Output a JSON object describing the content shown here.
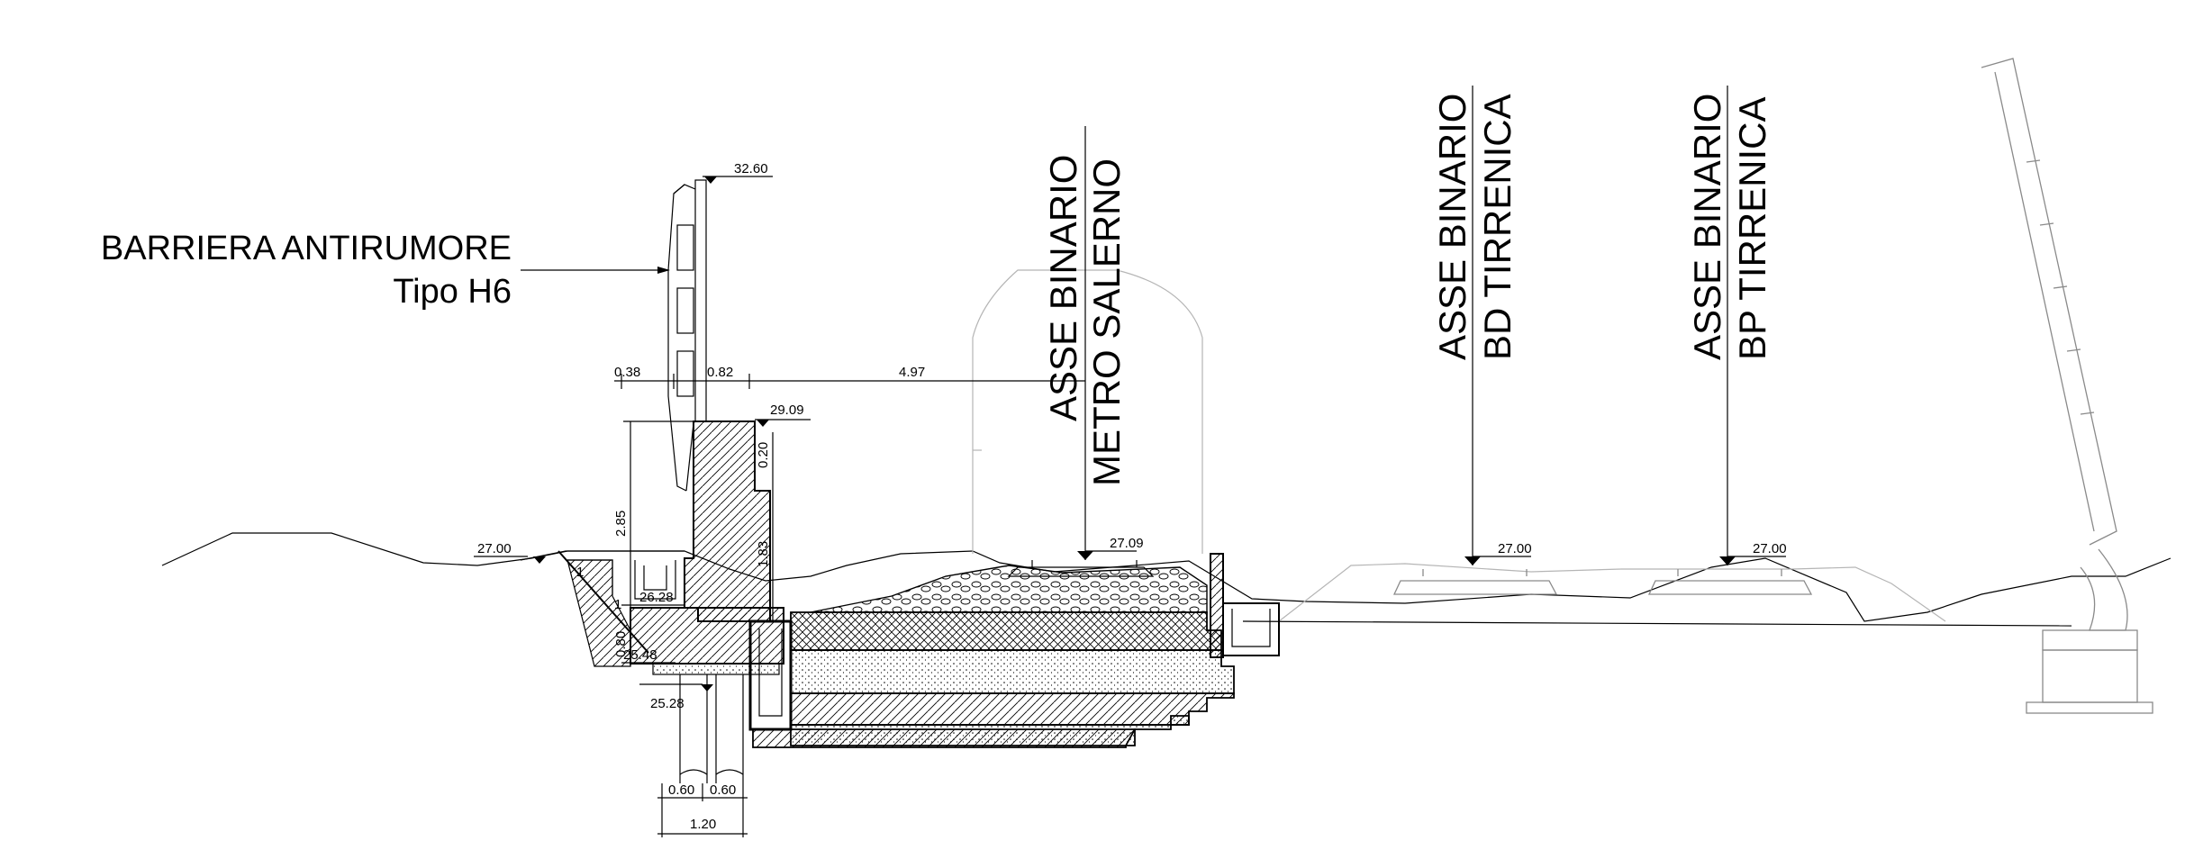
{
  "labels": {
    "barrier_line1": "BARRIERA ANTIRUMORE",
    "barrier_line2": "Tipo H6",
    "axis_metro_1": "ASSE BINARIO",
    "axis_metro_2": "METRO SALERNO",
    "axis_bd_1": "ASSE BINARIO",
    "axis_bd_2": "BD TIRRENICA",
    "axis_bp_1": "ASSE BINARIO",
    "axis_bp_2": "BP TIRRENICA"
  },
  "elevations": {
    "barrier_top": "32.60",
    "wall_top": "29.09",
    "left_ground": "27.00",
    "metro_rail": "27.09",
    "bd_rail": "27.00",
    "bp_rail": "27.00",
    "ditch": "26.28",
    "foundation": "25.48",
    "pile_top": "25.28"
  },
  "dimensions": {
    "d_038": "0.38",
    "d_082": "0.82",
    "d_497": "4.97",
    "d_285": "2.85",
    "d_020": "0.20",
    "d_183": "1.83",
    "d_080": "0.80",
    "d_060a": "0.60",
    "d_060b": "0.60",
    "d_120": "1.20",
    "slope_1a": "1",
    "slope_1b": "1"
  },
  "colors": {
    "line": "#000000",
    "grey": "#8a8a8a",
    "light_grey": "#b5b5b5",
    "background": "#ffffff"
  }
}
